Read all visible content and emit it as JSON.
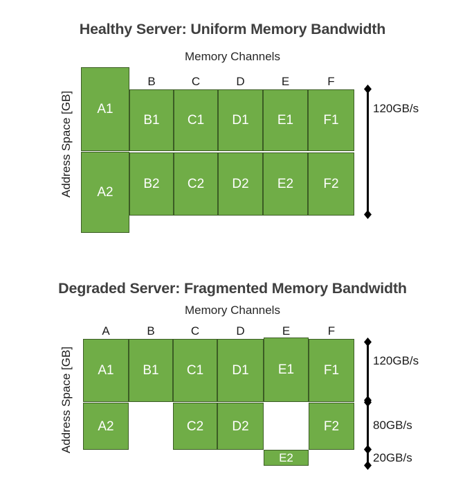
{
  "figure": {
    "type": "diagram",
    "background": "#ffffff",
    "block_color": "#70ad47",
    "block_border_color": "#3b5c24",
    "block_text_color": "#ffffff",
    "title_color": "#3f3f3f"
  },
  "panels": [
    {
      "id": "healthy",
      "title": "Healthy Server: Uniform Memory Bandwidth",
      "x_axis_label": "Memory Channels",
      "y_axis_label": "Address Space [GB]",
      "channels": [
        "A",
        "B",
        "C",
        "D",
        "E",
        "F"
      ],
      "visible_channel_letters": [
        "B",
        "C",
        "D",
        "E",
        "F"
      ],
      "blocks": [
        {
          "label": "A1",
          "channel": "A",
          "rank": 1
        },
        {
          "label": "B1",
          "channel": "B",
          "rank": 1
        },
        {
          "label": "C1",
          "channel": "C",
          "rank": 1
        },
        {
          "label": "D1",
          "channel": "D",
          "rank": 1
        },
        {
          "label": "E1",
          "channel": "E",
          "rank": 1
        },
        {
          "label": "F1",
          "channel": "F",
          "rank": 1
        },
        {
          "label": "A2",
          "channel": "A",
          "rank": 2
        },
        {
          "label": "B2",
          "channel": "B",
          "rank": 2
        },
        {
          "label": "C2",
          "channel": "C",
          "rank": 2
        },
        {
          "label": "D2",
          "channel": "D",
          "rank": 2
        },
        {
          "label": "E2",
          "channel": "E",
          "rank": 2
        },
        {
          "label": "F2",
          "channel": "F",
          "rank": 2
        }
      ],
      "bandwidth_segments": [
        {
          "label": "120GB/s",
          "value": 120,
          "unit": "GB/s"
        }
      ]
    },
    {
      "id": "degraded",
      "title": "Degraded Server: Fragmented Memory Bandwidth",
      "x_axis_label": "Memory Channels",
      "y_axis_label": "Address Space [GB]",
      "channels": [
        "A",
        "B",
        "C",
        "D",
        "E",
        "F"
      ],
      "visible_channel_letters": [
        "A",
        "B",
        "C",
        "D",
        "E",
        "F"
      ],
      "blocks": [
        {
          "label": "A1",
          "channel": "A",
          "rank": 1
        },
        {
          "label": "B1",
          "channel": "B",
          "rank": 1
        },
        {
          "label": "C1",
          "channel": "C",
          "rank": 1
        },
        {
          "label": "D1",
          "channel": "D",
          "rank": 1
        },
        {
          "label": "E1",
          "channel": "E",
          "rank": 1
        },
        {
          "label": "F1",
          "channel": "F",
          "rank": 1
        },
        {
          "label": "A2",
          "channel": "A",
          "rank": 2
        },
        {
          "label": "C2",
          "channel": "C",
          "rank": 2
        },
        {
          "label": "D2",
          "channel": "D",
          "rank": 2
        },
        {
          "label": "F2",
          "channel": "F",
          "rank": 2
        },
        {
          "label": "E2",
          "channel": "E",
          "rank": 3
        }
      ],
      "empty_cells": [
        {
          "channel": "B",
          "rank": 2
        },
        {
          "channel": "E",
          "rank": 2
        }
      ],
      "bandwidth_segments": [
        {
          "label": "120GB/s",
          "value": 120,
          "unit": "GB/s"
        },
        {
          "label": "80GB/s",
          "value": 80,
          "unit": "GB/s"
        },
        {
          "label": "20GB/s",
          "value": 20,
          "unit": "GB/s"
        }
      ]
    }
  ]
}
